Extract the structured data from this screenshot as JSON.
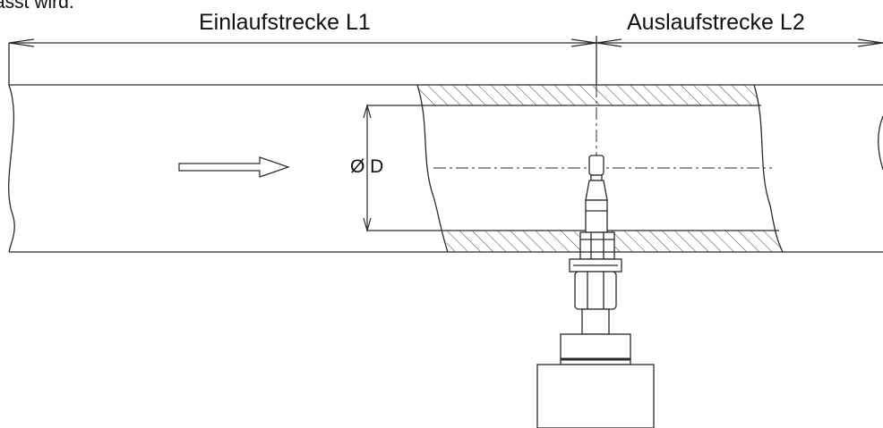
{
  "caption_fragment": "asst wird.",
  "labels": {
    "inlet_section": "Einlaufstrecke L1",
    "outlet_section": "Auslaufstrecke L2",
    "diameter": "Ø D"
  },
  "colors": {
    "line": "#2a2a2a",
    "hatch": "#444444",
    "text": "#111111",
    "background": "#ffffff"
  }
}
